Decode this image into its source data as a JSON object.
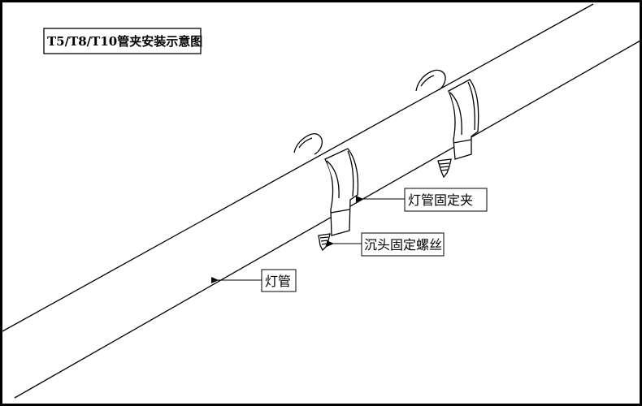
{
  "title": "T5/T8/T10管夹安装示意图",
  "labels": {
    "clip": "灯管固定夹",
    "screw": "沉头固定螺丝",
    "tube": "灯管"
  },
  "colors": {
    "line": "#000000",
    "background": "#ffffff"
  }
}
